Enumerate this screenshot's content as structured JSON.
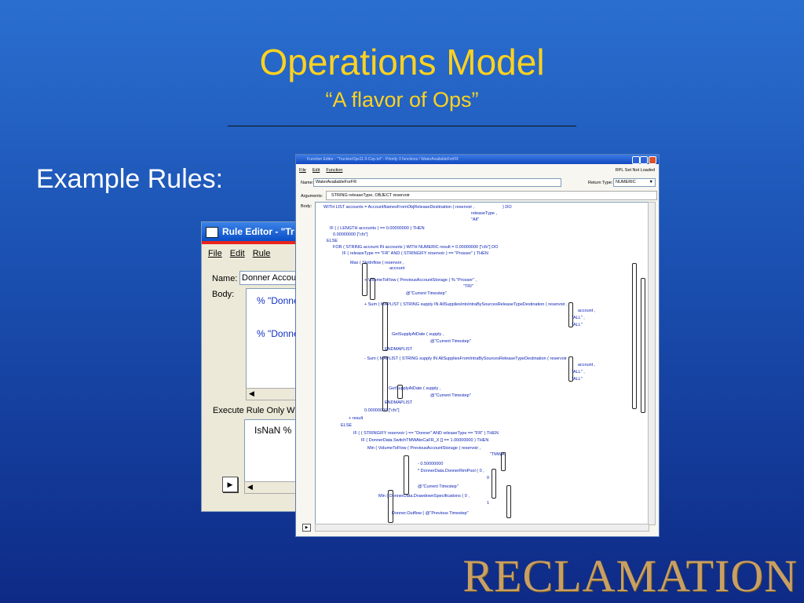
{
  "slide": {
    "title": "Operations Model",
    "subtitle": "“A flavor of Ops”",
    "example_label": "Example Rules:",
    "logo": "RECLAMATION"
  },
  "rule_editor": {
    "title": "Rule Editor - \"Tr",
    "menu": [
      "File",
      "Edit",
      "Rule"
    ],
    "name_label": "Name:",
    "name_value": "Donner Accoun",
    "body_label": "Body:",
    "body_lines": [
      "% \"Donne",
      "% \"Donne"
    ],
    "execute_label": "Execute Rule Only Whe",
    "execute_value": "IsNaN %"
  },
  "function_editor": {
    "title": "Function Editor - \"TruckeeOps11.0-Cop.tol\" - Priority 3 functions / WaterAvailableForFR",
    "menu": [
      "File",
      "Edit",
      "Function"
    ],
    "status": "RPL Set Not Loaded",
    "name_label": "Name:",
    "name_value": "WaterAvailableForFR",
    "return_type_label": "Return Type:",
    "return_type_value": "NUMERIC",
    "arguments_label": "Arguments:",
    "arguments_value": "STRING releaseType, OBJECT reservoir",
    "body_label": "Body:",
    "code_lines": [
      "WITH LIST accounts = AccountNamesFromObjReleaseDestination ( reservoir ,",
      "releaseType ,",
      "\"All\"",
      ") DO",
      "IF ( ( LENGTH accounts ) == 0.00000000 ) THEN",
      "0.00000000 [\"cfs\"]",
      "ELSE",
      "FOR ( STRING account IN accounts ) WITH NUMERIC result = 0.00000000 [\"cfs\"] DO",
      "IF ( releaseType == \"FR\" AND ( STRINGIFY reservoir ) == \"Prosser\" ) THEN",
      "Max ( SlotInflow ( reservoir ,",
      "account",
      "+ VolumeToFlow ( PreviousAccountStorage ( % \"Prosser\" ,",
      "\"TRI\"",
      "@\"Current Timestep\"",
      "+ Sum ( MAPLIST ( STRING supply IN AllSuppliesIntoIntraBySourcesReleaseTypeDestination ( reservoir ,",
      "account ,",
      "\"ALL\" ,",
      "\"ALL\"",
      "GetSupplyAtDate ( supply ,",
      "@\"Current Timestep\"",
      "ENDMAPLIST",
      "- Sum ( MAPLIST ( STRING supply IN AllSuppliesFromIntraBySourcesReleaseTypeDestination ( reservoir ,",
      "account ,",
      "\"ALL\" ,",
      "\"ALL\"",
      "GetSupplyAtDate ( supply ,",
      "@\"Current Timestep\"",
      "ENDMAPLIST",
      "0.00000000 [\"cfs\"]",
      "+ result",
      "ELSE",
      "IF ( ( STRINGIFY reservoir ) == \"Donner\" AND releaseType == \"FR\" ) THEN",
      "IF ( DonnerData.SwitchTMWAtoCaFR_X [] == 1.00000000 ) THEN",
      "Min ( VolumeToFlow ( PreviousAccountStorage ( reservoir ,",
      "\"TMWA\"",
      "- 0.50000000",
      "* DonnerData.DonnerRimPool ( 0 ,",
      "0",
      "@\"Current Timestep\"",
      "Min ( DonnerData.DrawdownSpecifications ( 0 ,",
      "1",
      "Donner.Outflow ( @\"Previous Timestep\""
    ]
  }
}
